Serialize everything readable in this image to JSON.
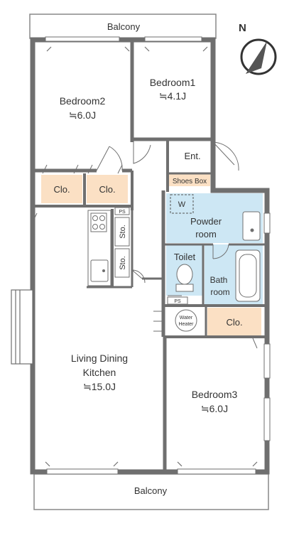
{
  "labels": {
    "balcony_top": "Balcony",
    "balcony_bottom": "Balcony",
    "bedroom1_name": "Bedroom1",
    "bedroom1_size": "≒4.1J",
    "bedroom2_name": "Bedroom2",
    "bedroom2_size": "≒6.0J",
    "bedroom3_name": "Bedroom3",
    "bedroom3_size": "≒6.0J",
    "ldk_line1": "Living Dining",
    "ldk_line2": "Kitchen",
    "ldk_size": "≒15.0J",
    "entrance": "Ent.",
    "shoes_box": "Shoes Box",
    "closet_1": "Clo.",
    "closet_2": "Clo.",
    "closet_3": "Clo.",
    "storage_1": "Sto.",
    "storage_2": "Sto.",
    "powder_line1": "Powder",
    "powder_line2": "room",
    "washer": "W",
    "toilet": "Toilet",
    "bath_line1": "Bath",
    "bath_line2": "room",
    "water_heater_line1": "Water",
    "water_heater_line2": "Heater",
    "ps_1": "PS",
    "ps_2": "PS",
    "north": "N"
  },
  "colors": {
    "wall": "#6f6f6f",
    "closet_fill": "#fbe0c4",
    "wet_area_fill": "#cde7f4",
    "balcony_stroke": "#888888"
  }
}
